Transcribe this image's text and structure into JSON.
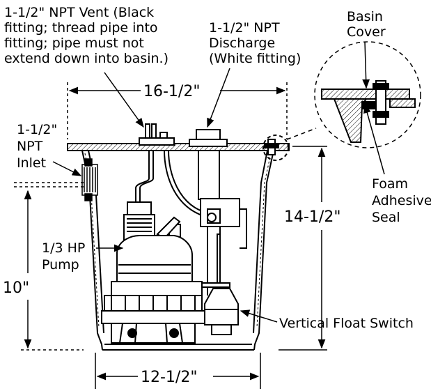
{
  "labels": {
    "vent": [
      "1-1/2\" NPT Vent (Black",
      "fitting; thread pipe into",
      "fitting; pipe must not",
      "extend down into basin.)"
    ],
    "discharge": [
      "1-1/2\" NPT",
      "Discharge",
      "(White fitting)"
    ],
    "basin_cover": [
      "Basin",
      "Cover"
    ],
    "inlet": [
      "1-1/2\"",
      "NPT",
      "Inlet"
    ],
    "foam_seal": [
      "Foam",
      "Adhesive",
      "Seal"
    ],
    "pump": [
      "1/3 HP",
      "Pump"
    ],
    "float_switch": "Vertical Float Switch"
  },
  "dimensions": {
    "top_width": "16-1/2\"",
    "bottom_width": "12-1/2\"",
    "height_total": "14-1/2\"",
    "inlet_height": "10\""
  }
}
